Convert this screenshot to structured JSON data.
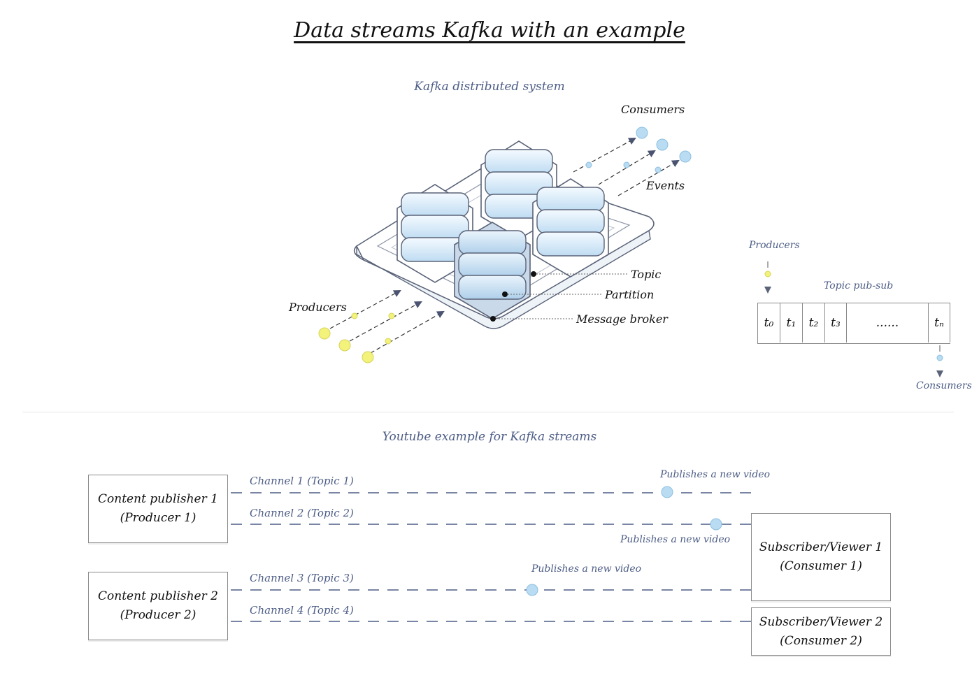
{
  "title": "Data streams Kafka with an example",
  "kafka": {
    "subtitle": "Kafka distributed system",
    "consumers_label": "Consumers",
    "events_label": "Events",
    "producers_label": "Producers",
    "topic_label": "Topic",
    "partition_label": "Partition",
    "broker_label": "Message broker"
  },
  "pubsub": {
    "producers_label": "Producers",
    "title": "Topic pub-sub",
    "cells": [
      "t₀",
      "t₁",
      "t₂",
      "t₃",
      "......",
      "tₙ"
    ],
    "consumers_label": "Consumers"
  },
  "youtube": {
    "subtitle": "Youtube example for Kafka streams",
    "producers": [
      {
        "line1": "Content publisher 1",
        "line2": "(Producer 1)"
      },
      {
        "line1": "Content publisher 2",
        "line2": "(Producer 2)"
      }
    ],
    "consumers": [
      {
        "line1": "Subscriber/Viewer 1",
        "line2": "(Consumer 1)"
      },
      {
        "line1": "Subscriber/Viewer 2",
        "line2": "(Consumer 2)"
      }
    ],
    "channels": [
      "Channel 1 (Topic 1)",
      "Channel 2 (Topic 2)",
      "Channel 3 (Topic 3)",
      "Channel 4 (Topic 4)"
    ],
    "publish_label": "Publishes a new video"
  },
  "colors": {
    "accent_blue": "#4d5d86",
    "event_yellow": "#f3f27a",
    "event_blue": "#b9dcf3",
    "node_fill_top": "#cfe6f7",
    "dash_line": "#4d5d86"
  }
}
